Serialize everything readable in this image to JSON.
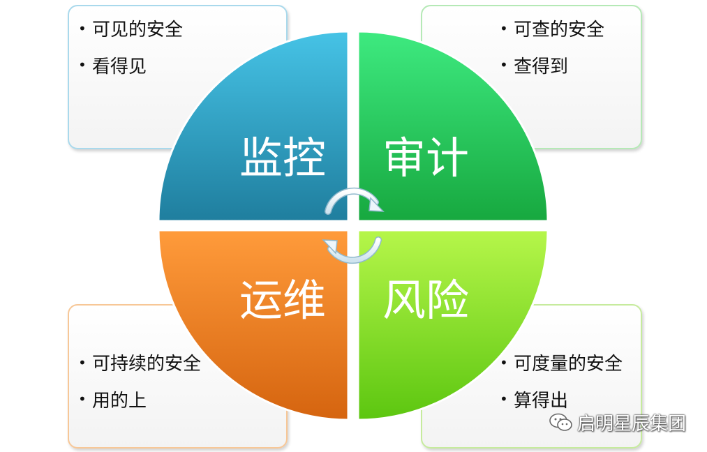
{
  "quadrants": {
    "top_left": {
      "label": "监控",
      "bullets": [
        "可见的安全",
        "看得见"
      ],
      "color_light": "#3ab8dd",
      "color_dark": "#1f7e9e"
    },
    "top_right": {
      "label": "审计",
      "bullets": [
        "可查的安全",
        "查得到"
      ],
      "color_light": "#3be87a",
      "color_dark": "#17a83f"
    },
    "bottom_left": {
      "label": "运维",
      "bullets": [
        "可持续的安全",
        "用的上"
      ],
      "color_light": "#fb9a3a",
      "color_dark": "#d86a12"
    },
    "bottom_right": {
      "label": "风险",
      "bullets": [
        "可度量的安全",
        "算得出"
      ],
      "color_light": "#a8f23c",
      "color_dark": "#5fcb12"
    }
  },
  "watermark": {
    "text": "启明星辰集团"
  }
}
